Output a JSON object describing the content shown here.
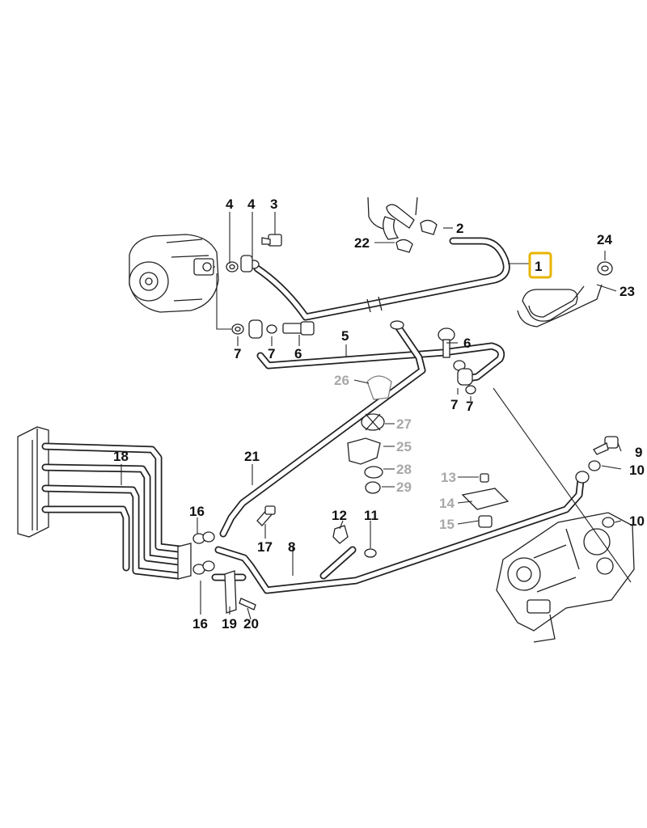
{
  "callouts": {
    "c1": "1",
    "c2": "2",
    "c3": "3",
    "c4a": "4",
    "c4b": "4",
    "c5": "5",
    "c6a": "6",
    "c6b": "6",
    "c7a": "7",
    "c7b": "7",
    "c7c": "7",
    "c7d": "7",
    "c8": "8",
    "c9": "9",
    "c10a": "10",
    "c10b": "10",
    "c11": "11",
    "c12": "12",
    "c13": "13",
    "c14": "14",
    "c15": "15",
    "c16a": "16",
    "c16b": "16",
    "c17": "17",
    "c18": "18",
    "c19": "19",
    "c20": "20",
    "c21": "21",
    "c22": "22",
    "c23": "23",
    "c24": "24",
    "c25": "25",
    "c26": "26",
    "c27": "27",
    "c28": "28",
    "c29": "29"
  },
  "highlight": {
    "callout": "1",
    "color": "#E8B400"
  }
}
